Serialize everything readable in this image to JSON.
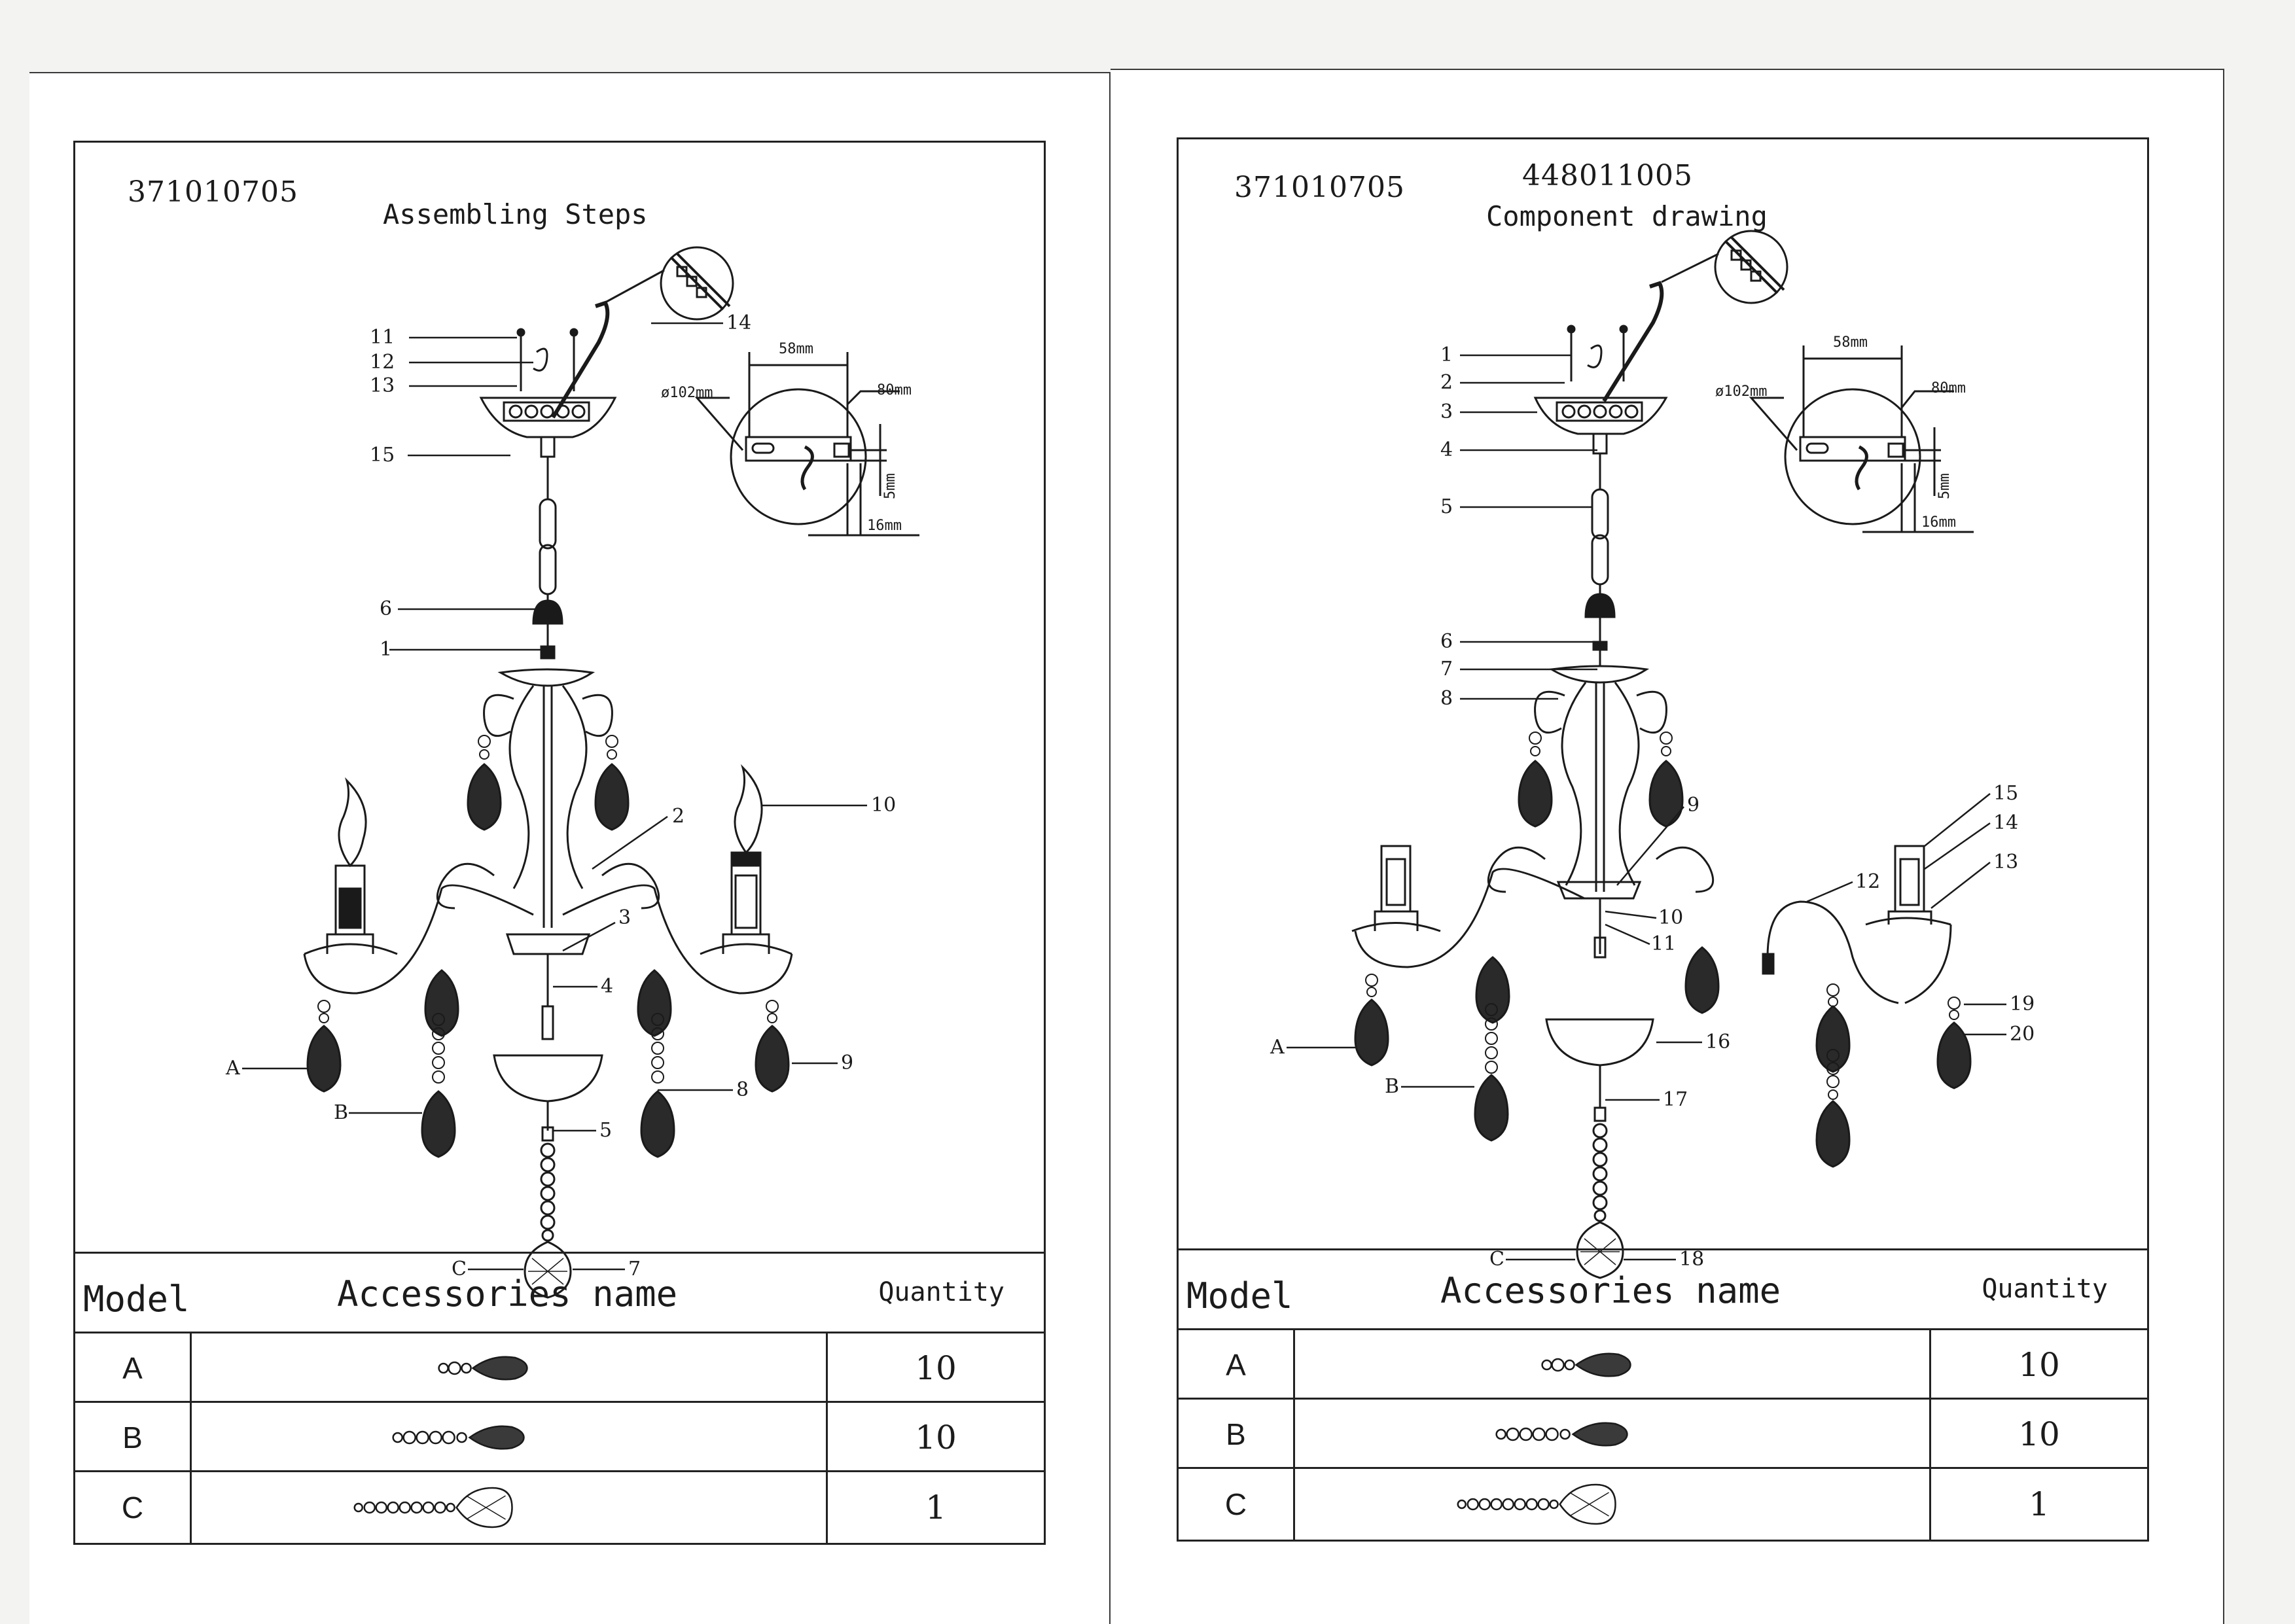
{
  "left": {
    "model_no": "371010705",
    "title": "Assembling Steps",
    "callouts": [
      "11",
      "12",
      "13",
      "14",
      "15",
      "6",
      "1",
      "2",
      "10",
      "3",
      "4",
      "9",
      "8",
      "5",
      "7",
      "A",
      "B",
      "C"
    ],
    "dimensions": {
      "diameter": "ø102mm",
      "width": "58mm",
      "height": "80mm",
      "small": "5mm",
      "offset": "16mm"
    },
    "table": {
      "header_model": "Model",
      "header_name": "Accessories name",
      "header_qty": "Quantity",
      "rows": [
        {
          "model": "A",
          "qty": "10"
        },
        {
          "model": "B",
          "qty": "10"
        },
        {
          "model": "C",
          "qty": "1"
        }
      ]
    }
  },
  "right": {
    "model_no": "371010705",
    "code": "448011005",
    "title": "Component  drawing",
    "callouts": [
      "1",
      "2",
      "3",
      "4",
      "5",
      "6",
      "7",
      "8",
      "9",
      "10",
      "11",
      "12",
      "13",
      "14",
      "15",
      "16",
      "17",
      "18",
      "19",
      "20",
      "A",
      "B",
      "C"
    ],
    "dimensions": {
      "diameter": "ø102mm",
      "width": "58mm",
      "height": "80mm",
      "small": "5mm",
      "offset": "16mm"
    },
    "table": {
      "header_model": "Model",
      "header_name": "Accessories name",
      "header_qty": "Quantity",
      "rows": [
        {
          "model": "A",
          "qty": "10"
        },
        {
          "model": "B",
          "qty": "10"
        },
        {
          "model": "C",
          "qty": "1"
        }
      ]
    }
  }
}
